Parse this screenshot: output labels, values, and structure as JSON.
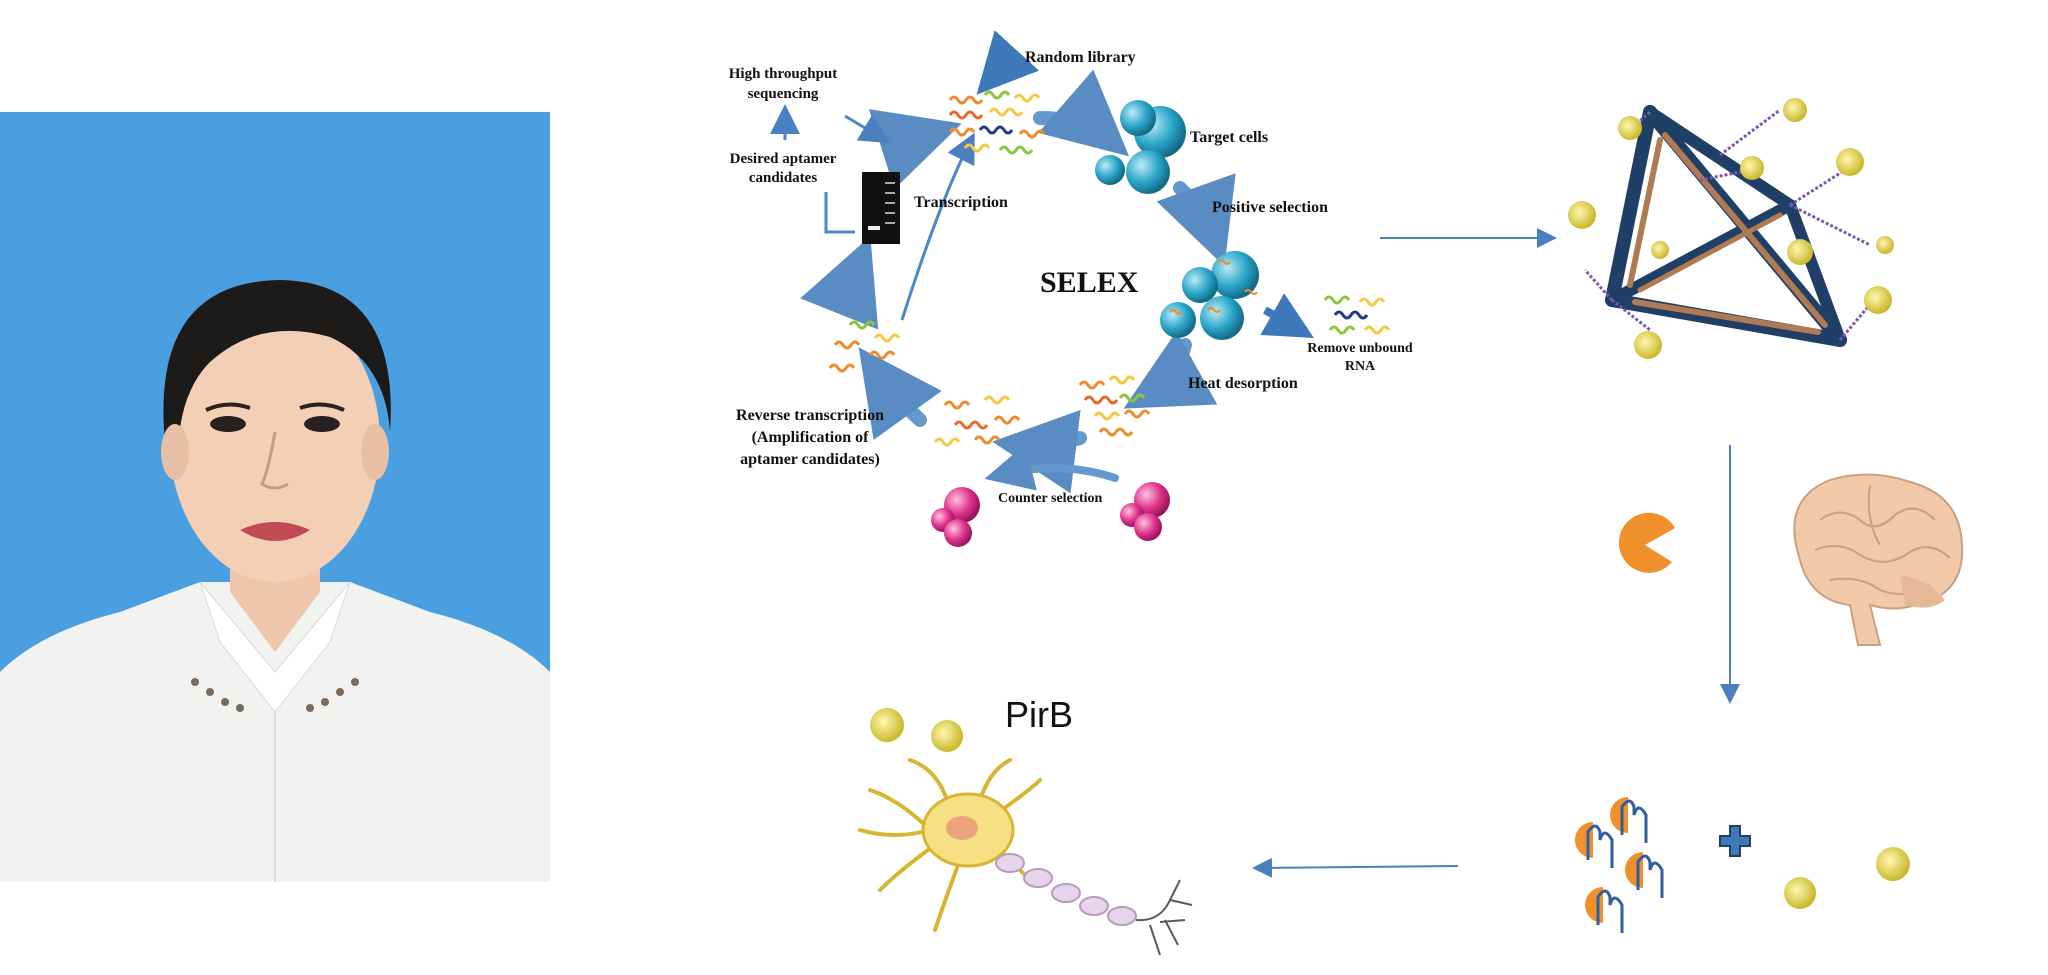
{
  "selex": {
    "title": "SELEX",
    "random_library": "Random library",
    "target_cells": "Target cells",
    "positive_selection": "Positive selection",
    "remove_unbound_1": "Remove unbound",
    "remove_unbound_2": "RNA",
    "heat_desorption": "Heat desorption",
    "counter_selection": "Counter selection",
    "reverse_1": "Reverse transcription",
    "reverse_2": "(Amplification of",
    "reverse_3": "aptamer candidates)",
    "transcription": "Transcription",
    "desired_1": "Desired aptamer",
    "desired_2": "candidates",
    "hts_1": "High throughput",
    "hts_2": "sequencing"
  },
  "pirb_label": "PirB",
  "colors": {
    "background_blue": "#4a9fe0",
    "arrow_blue": "#4a7fc0",
    "target_cell": "#29a6c9",
    "counter_cell": "#e0348c",
    "tetra_edge": "#1f3f66",
    "tetra_inner": "#b07a52",
    "aptamer_yellow": "#e9dc62",
    "orange": "#f0902a"
  },
  "icons": [
    "person-photo",
    "dna-tetrahedron-icon",
    "brain-icon",
    "pacman-ligand-icon",
    "neuron-icon",
    "protein-receptor-icon",
    "plus-icon",
    "gel-icon"
  ]
}
